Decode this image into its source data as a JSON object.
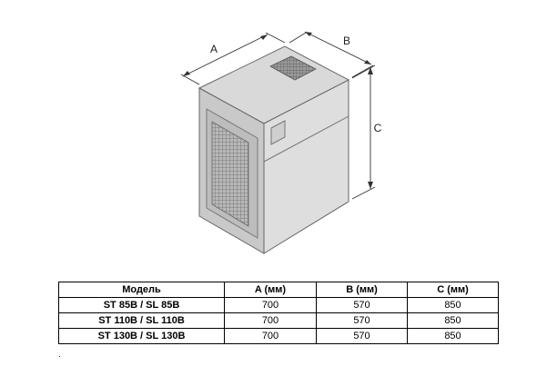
{
  "dimension_labels": {
    "a": "A",
    "b": "B",
    "c": "C"
  },
  "table": {
    "headers": [
      "Модель",
      "A (мм)",
      "B (мм)",
      "C (мм)"
    ],
    "rows": [
      [
        "ST 85B / SL 85B",
        "700",
        "570",
        "850"
      ],
      [
        "ST 110B / SL 110B",
        "700",
        "570",
        "850"
      ],
      [
        "ST 130B / SL 130B",
        "700",
        "570",
        "850"
      ]
    ]
  },
  "footnote": "."
}
